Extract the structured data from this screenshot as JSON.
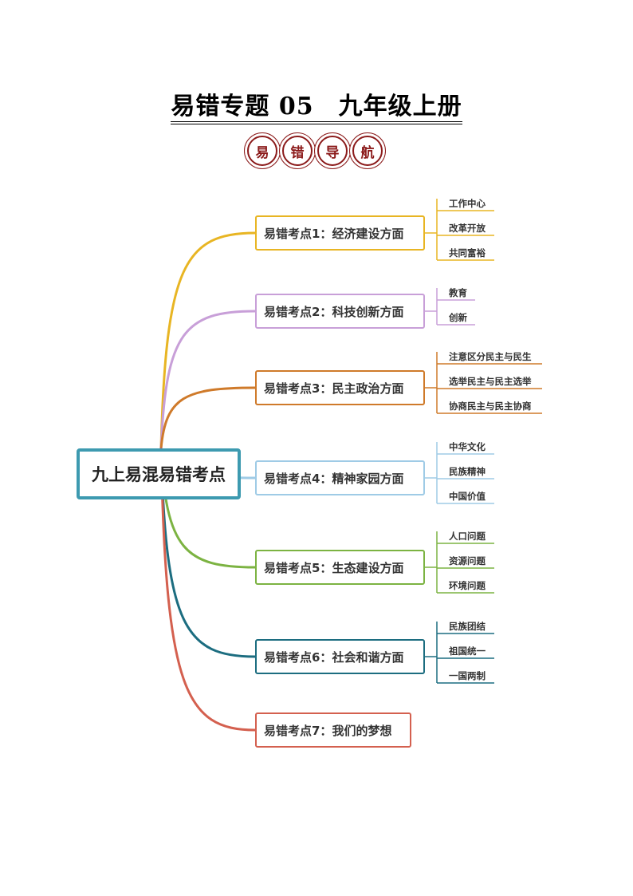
{
  "title": "易错专题 05　九年级上册",
  "nav_badges": [
    "易",
    "错",
    "导",
    "航"
  ],
  "central_topic": "九上易混易错考点",
  "branches": [
    {
      "label": "易错考点1：经济建设方面",
      "color": "#e8b523",
      "children": [
        "工作中心",
        "改革开放",
        "共同富裕"
      ]
    },
    {
      "label": "易错考点2：科技创新方面",
      "color": "#c89fd8",
      "children": [
        "教育",
        "创新"
      ]
    },
    {
      "label": "易错考点3：民主政治方面",
      "color": "#cf7a2a",
      "children": [
        "注意区分民主与民生",
        "选举民主与民主选举",
        "协商民主与民主协商"
      ]
    },
    {
      "label": "易错考点4：精神家园方面",
      "color": "#9fcbe6",
      "children": [
        "中华文化",
        "民族精神",
        "中国价值"
      ]
    },
    {
      "label": "易错考点5：生态建设方面",
      "color": "#7cb342",
      "children": [
        "人口问题",
        "资源问题",
        "环境问题"
      ]
    },
    {
      "label": "易错考点6：社会和谐方面",
      "color": "#1c6d80",
      "children": [
        "民族团结",
        "祖国统一",
        "一国两制"
      ]
    },
    {
      "label": "易错考点7：我们的梦想",
      "color": "#d4604f",
      "children": []
    }
  ]
}
